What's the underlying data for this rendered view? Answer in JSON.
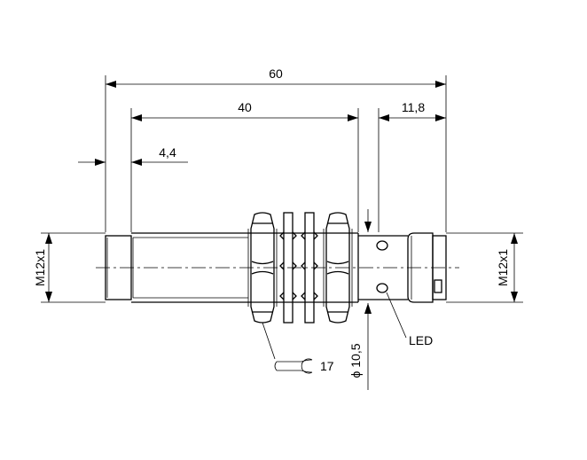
{
  "dimensions": {
    "total_length": "60",
    "thread_length": "40",
    "tip_length": "4,4",
    "connector_length": "11,8",
    "diameter": "10,5",
    "thread_left": "M12x1",
    "thread_right": "M12x1"
  },
  "labels": {
    "led": "LED",
    "wrench_size": "17",
    "diameter_symbol": "ϕ"
  },
  "icons": {
    "wrench": "wrench-icon"
  }
}
